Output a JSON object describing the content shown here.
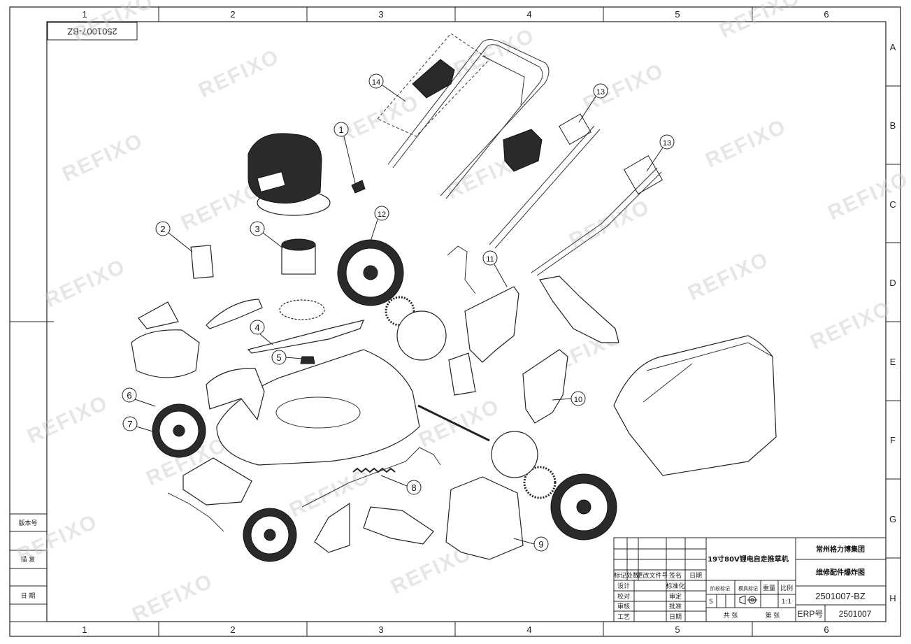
{
  "drawing": {
    "top_stamp": "2501007-BZ",
    "grid_columns": [
      "1",
      "2",
      "3",
      "4",
      "5",
      "6"
    ],
    "grid_rows": [
      "A",
      "B",
      "C",
      "D",
      "E",
      "F",
      "G",
      "H"
    ],
    "watermark": "REFIXO",
    "callouts": [
      "1",
      "2",
      "3",
      "4",
      "5",
      "6",
      "7",
      "8",
      "9",
      "10",
      "11",
      "12",
      "13",
      "13",
      "14"
    ]
  },
  "side_table": {
    "version": "版本号",
    "review": "描 复",
    "date": "日 期"
  },
  "title_block": {
    "product_name": "19寸80V锂电自走推草机",
    "company": "常州格力博集团",
    "doc_title": "维修配件爆炸图",
    "drawing_no": "2501007-BZ",
    "erp_label": "ERP号",
    "erp_value": "2501007",
    "rev_headers": [
      "标记",
      "处数",
      "更改文件号",
      "签名",
      "日期"
    ],
    "row_design": "设计",
    "row_check": "校对",
    "row_review": "审核",
    "row_process": "工艺",
    "row_standard": "标准化",
    "row_audit": "审定",
    "row_approve": "批准",
    "row_date": "日期",
    "stage_mark": "阶段标记",
    "mold_mark": "模具标记",
    "weight": "重量",
    "scale": "比例",
    "stage_s": "S",
    "scale_value": "1:1",
    "total_sheets": "共  张",
    "sheet_no": "第  张"
  }
}
